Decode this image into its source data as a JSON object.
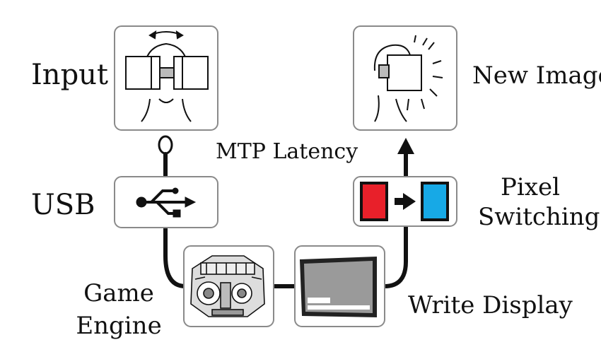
{
  "diagram": {
    "labels": {
      "input": "Input",
      "usb": "USB",
      "game_engine_line1": "Game",
      "game_engine_line2": "Engine",
      "write_display": "Write Display",
      "pixel_switching_line1": "Pixel",
      "pixel_switching_line2": "Switching",
      "new_image": "New Image",
      "mtp_latency": "MTP Latency"
    },
    "colors": {
      "box_border": "#8a8a8a",
      "flow_line": "#111111",
      "pixel_from": "#e8202a",
      "pixel_to": "#17a9e6",
      "screen_gray": "#9a9a9a"
    },
    "icons": {
      "input": "vr-headset-head-turn-icon",
      "usb": "usb-icon",
      "game_engine": "engine-icon",
      "write_display": "monitor-display-icon",
      "pixel_switching": "pixel-switch-icon",
      "new_image": "vr-headset-new-image-icon"
    }
  }
}
